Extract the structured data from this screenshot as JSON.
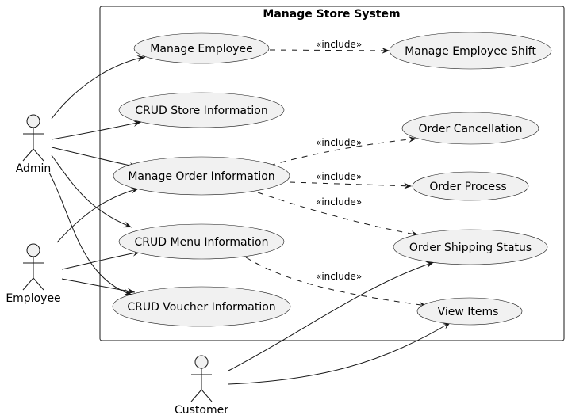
{
  "system": {
    "title": "Manage Store System"
  },
  "actors": {
    "admin": "Admin",
    "employee": "Employee",
    "customer": "Customer"
  },
  "use_cases": {
    "manage_employee": "Manage Employee",
    "manage_employee_shift": "Manage Employee Shift",
    "crud_store": "CRUD Store Information",
    "order_cancellation": "Order Cancellation",
    "manage_order": "Manage Order Information",
    "order_process": "Order Process",
    "crud_menu": "CRUD Menu Information",
    "order_shipping": "Order Shipping Status",
    "crud_voucher": "CRUD Voucher Information",
    "view_items": "View Items"
  },
  "relations": {
    "include_label": "«include»"
  },
  "colors": {
    "fill": "#f1f1f1",
    "stroke": "#181818"
  }
}
